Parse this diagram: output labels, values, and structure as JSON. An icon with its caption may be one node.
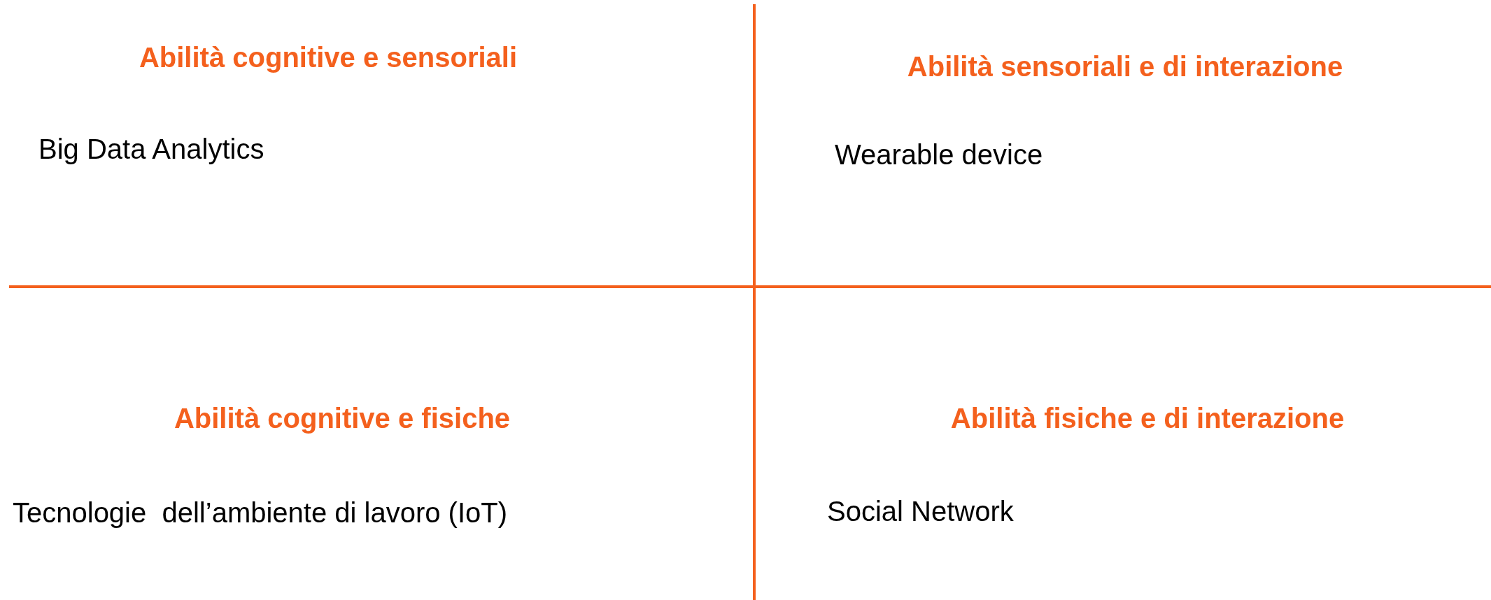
{
  "diagram": {
    "labels": [
      "Abilità cognitive e sensoriali",
      "Big Data Analytics",
      "Abilità sensoriali e di interazione",
      "Wearable device",
      "Abilità cognitive e fisiche",
      "Tecnologie  dell’ambiente di lavoro (IoT)",
      "Abilità fisiche e di interazione",
      "Social Network"
    ]
  }
}
